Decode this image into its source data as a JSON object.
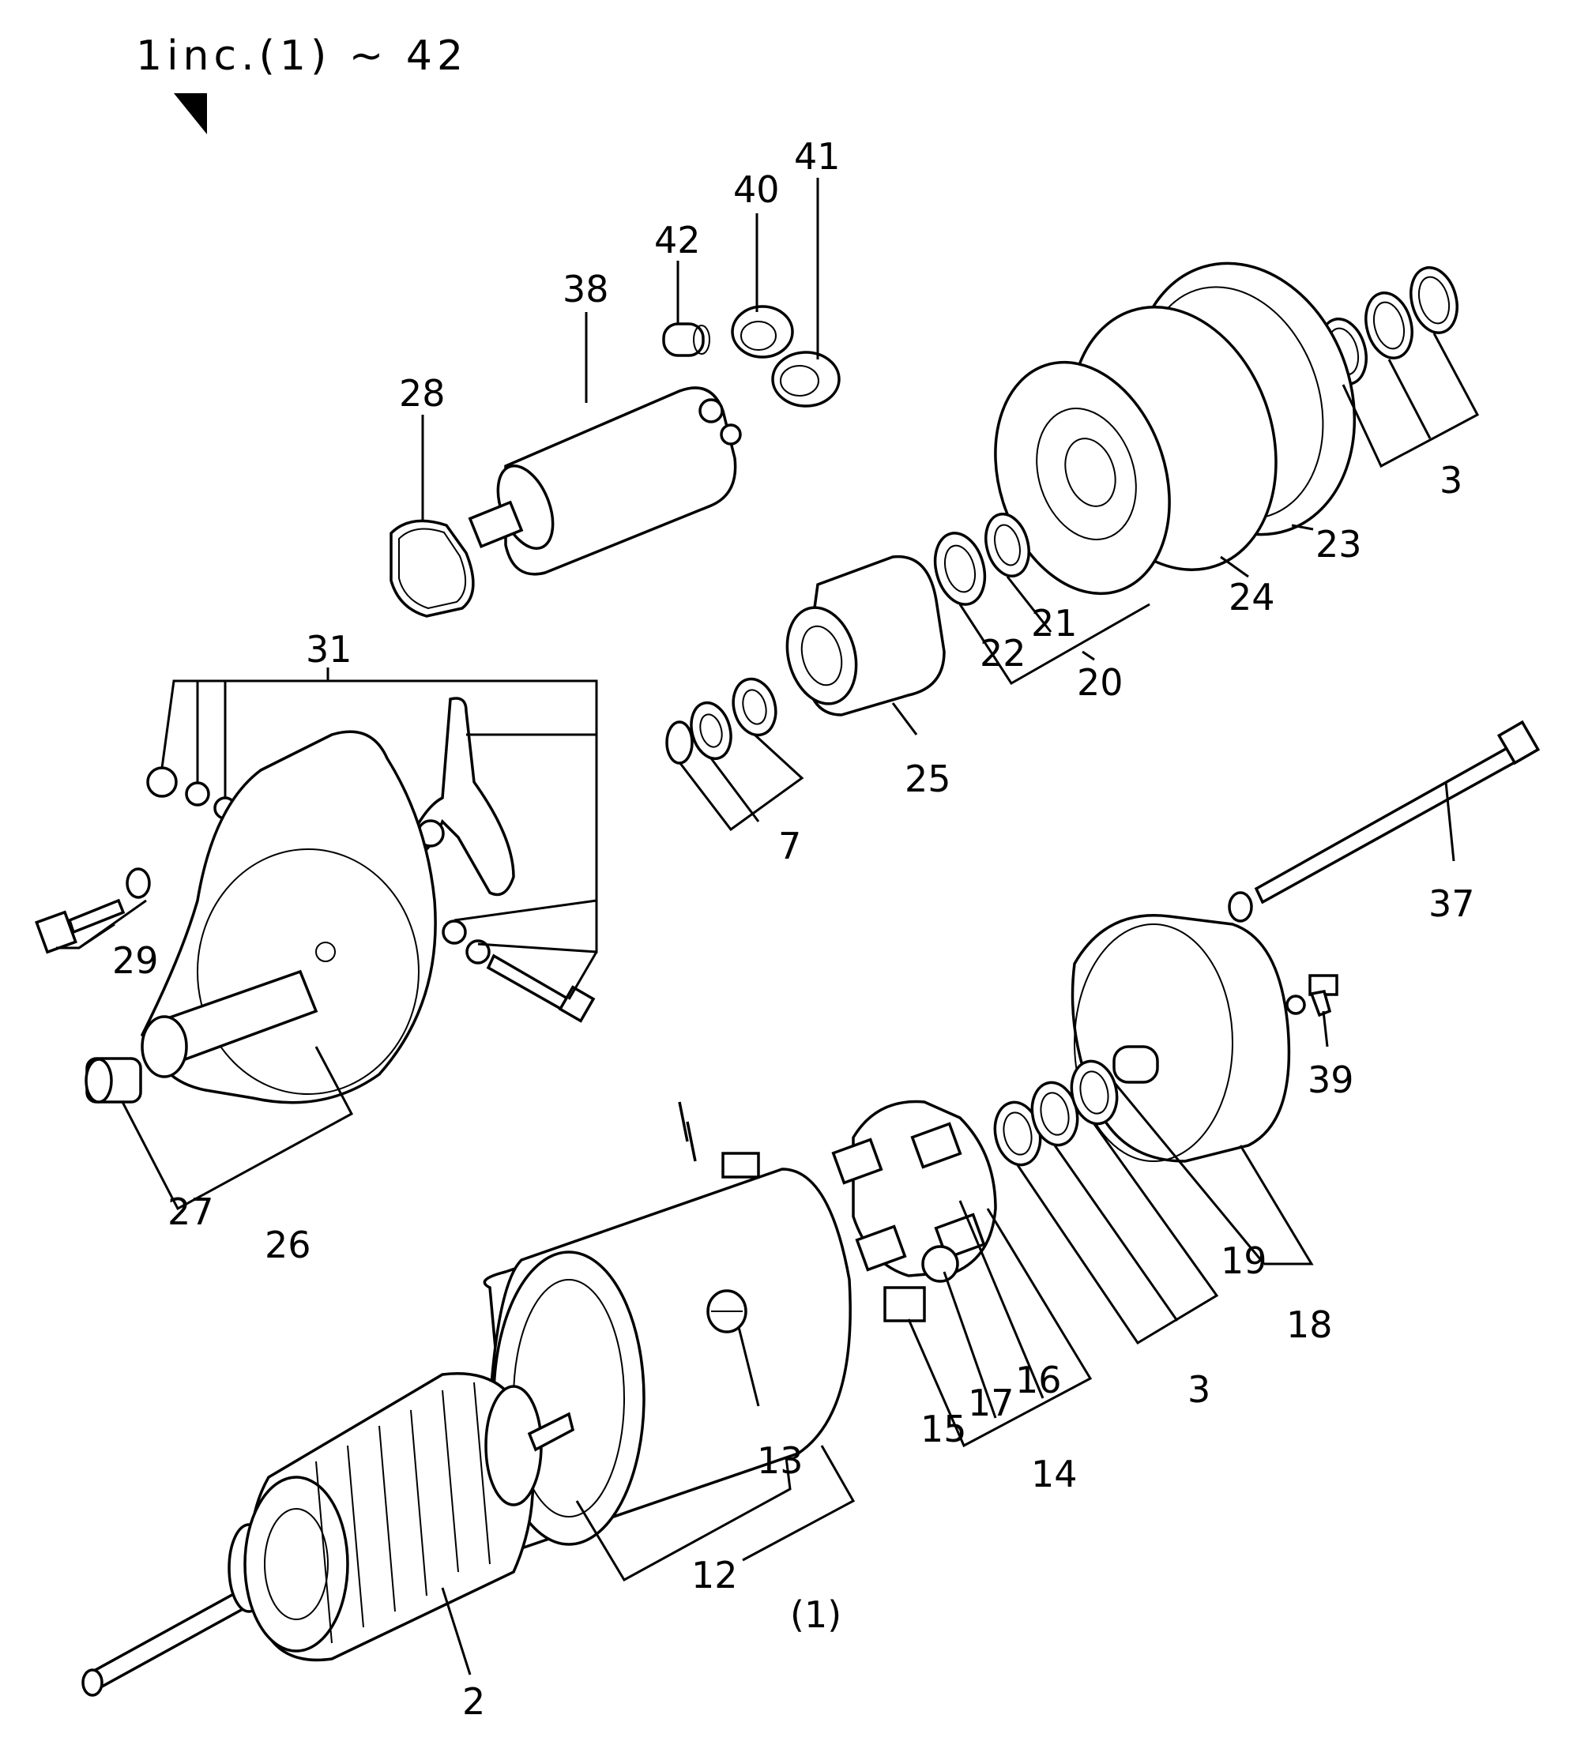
{
  "header": {
    "range_label": "1inc.(1) ~ 42"
  },
  "callouts": {
    "c40": "40",
    "c41": "41",
    "c42": "42",
    "c38": "38",
    "c28": "28",
    "c3a": "3",
    "c23": "23",
    "c24": "24",
    "c21": "21",
    "c22": "22",
    "c20": "20",
    "c31": "31",
    "c25": "25",
    "c7": "7",
    "c29": "29",
    "c37": "37",
    "c39": "39",
    "c27": "27",
    "c26": "26",
    "c19": "19",
    "c18": "18",
    "c13": "13",
    "c15": "15",
    "c17": "17",
    "c16": "16",
    "c14": "14",
    "c3b": "3",
    "c12": "12",
    "c1": "(1)",
    "c2": "2"
  }
}
